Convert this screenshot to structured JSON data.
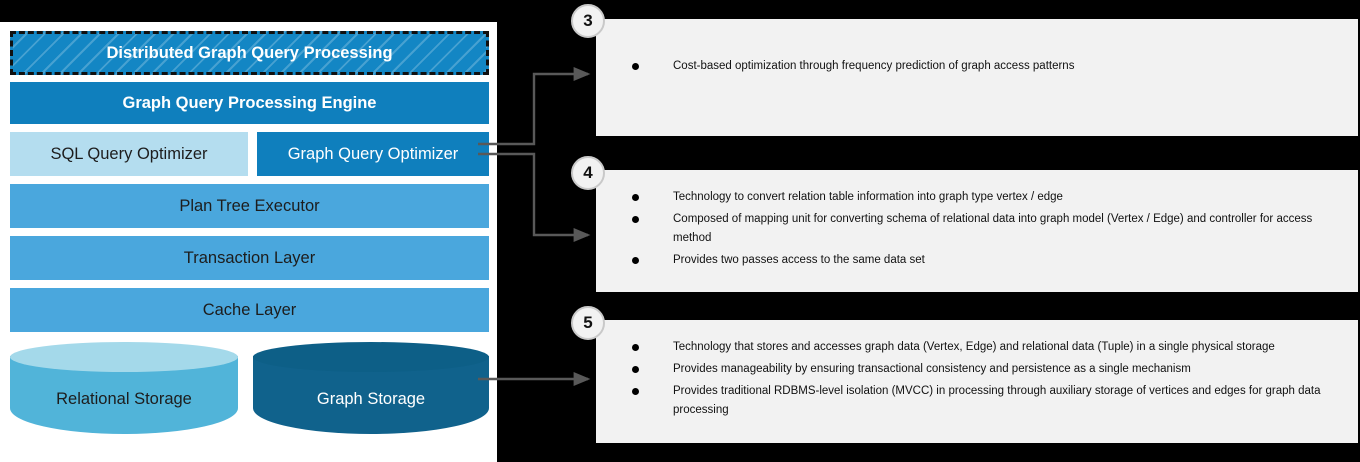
{
  "diagram": {
    "layers": [
      {
        "id": "distributed",
        "label": "Distributed Graph Query Processing"
      },
      {
        "id": "engine",
        "label": "Graph Query Processing Engine"
      },
      {
        "id": "sql_optimizer",
        "label": "SQL Query Optimizer"
      },
      {
        "id": "graph_optimizer",
        "label": "Graph Query Optimizer"
      },
      {
        "id": "plan_tree",
        "label": "Plan Tree Executor"
      },
      {
        "id": "transaction",
        "label": "Transaction Layer"
      },
      {
        "id": "cache",
        "label": "Cache Layer"
      }
    ],
    "storage": [
      {
        "id": "relational",
        "label": "Relational Storage"
      },
      {
        "id": "graph",
        "label": "Graph Storage"
      }
    ],
    "colors": {
      "hatched_bar": "#1386c4",
      "engine_bar": "#0f7fbd",
      "sql_optimizer_bar": "#b4ddef",
      "graph_optimizer_bar": "#0f7fbd",
      "mid_layer_bar": "#4aa7dd",
      "relational_cylinder": "#51b4d9",
      "relational_cylinder_top": "#a4d9ea",
      "graph_cylinder": "#10628c",
      "graph_cylinder_top": "#0d5f87",
      "panel_background": "#ffffff",
      "page_background": "#000000"
    }
  },
  "callouts": [
    {
      "number": "3",
      "bullets": [
        "Cost-based optimization through frequency prediction of graph access patterns"
      ]
    },
    {
      "number": "4",
      "bullets": [
        "Technology to convert relation table information into graph type vertex / edge",
        "Composed of mapping unit for converting schema of relational data into graph model (Vertex / Edge) and controller for access method",
        "Provides two passes access to the same data set"
      ]
    },
    {
      "number": "5",
      "bullets": [
        "Technology that stores and accesses graph data (Vertex, Edge) and relational data (Tuple) in a single physical storage",
        "Provides manageability by ensuring transactional consistency and persistence as a single mechanism",
        "Provides traditional RDBMS-level isolation (MVCC) in processing through auxiliary storage of vertices and edges for graph data processing"
      ]
    }
  ],
  "connectors": {
    "color": "#595959",
    "items": [
      {
        "from": "graph_optimizer",
        "to": "callout-3"
      },
      {
        "from": "graph_optimizer",
        "to": "callout-4"
      },
      {
        "from": "graph_storage",
        "to": "callout-5"
      }
    ]
  }
}
